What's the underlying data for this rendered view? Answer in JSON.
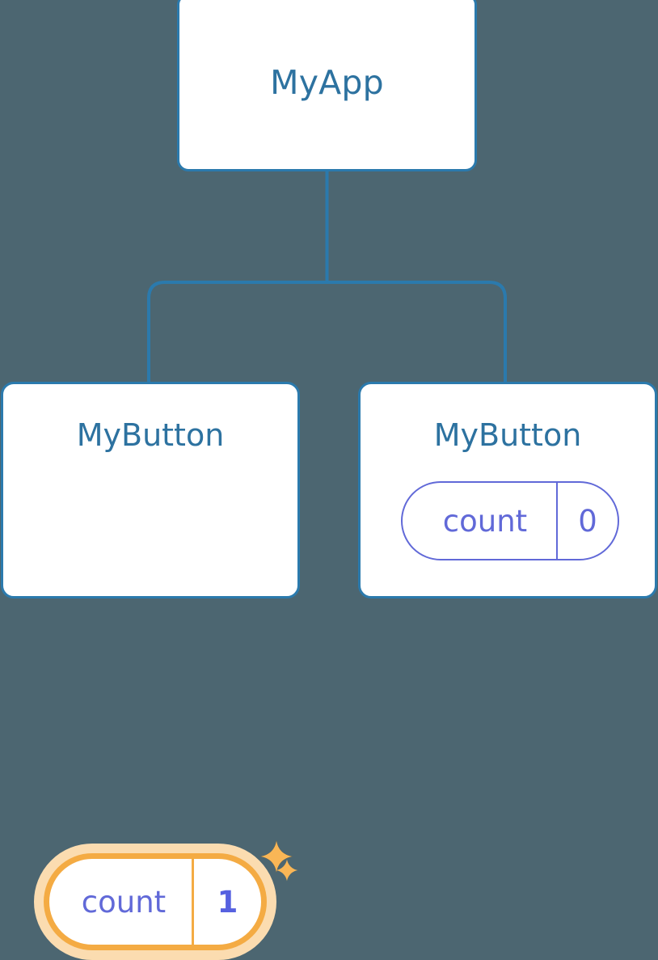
{
  "diagram": {
    "type": "component-tree",
    "background_color": "#4c6671",
    "node_border_color": "#2b7aad",
    "node_text_color": "#2d72a0",
    "prop_color": "#6169d8",
    "highlight_color": "#f4ab43",
    "highlight_glow_color": "#fbdcb0",
    "connector_color": "#2b7aad"
  },
  "root": {
    "label": "MyApp"
  },
  "children": [
    {
      "label": "MyButton",
      "prop": {
        "key": "count",
        "value": "1",
        "highlighted": true
      },
      "sparkles": [
        "sparkle-large-icon",
        "sparkle-small-icon"
      ]
    },
    {
      "label": "MyButton",
      "prop": {
        "key": "count",
        "value": "0",
        "highlighted": false
      }
    }
  ],
  "icons": {
    "sparkle_large": "sparkle-icon",
    "sparkle_small": "sparkle-icon"
  }
}
